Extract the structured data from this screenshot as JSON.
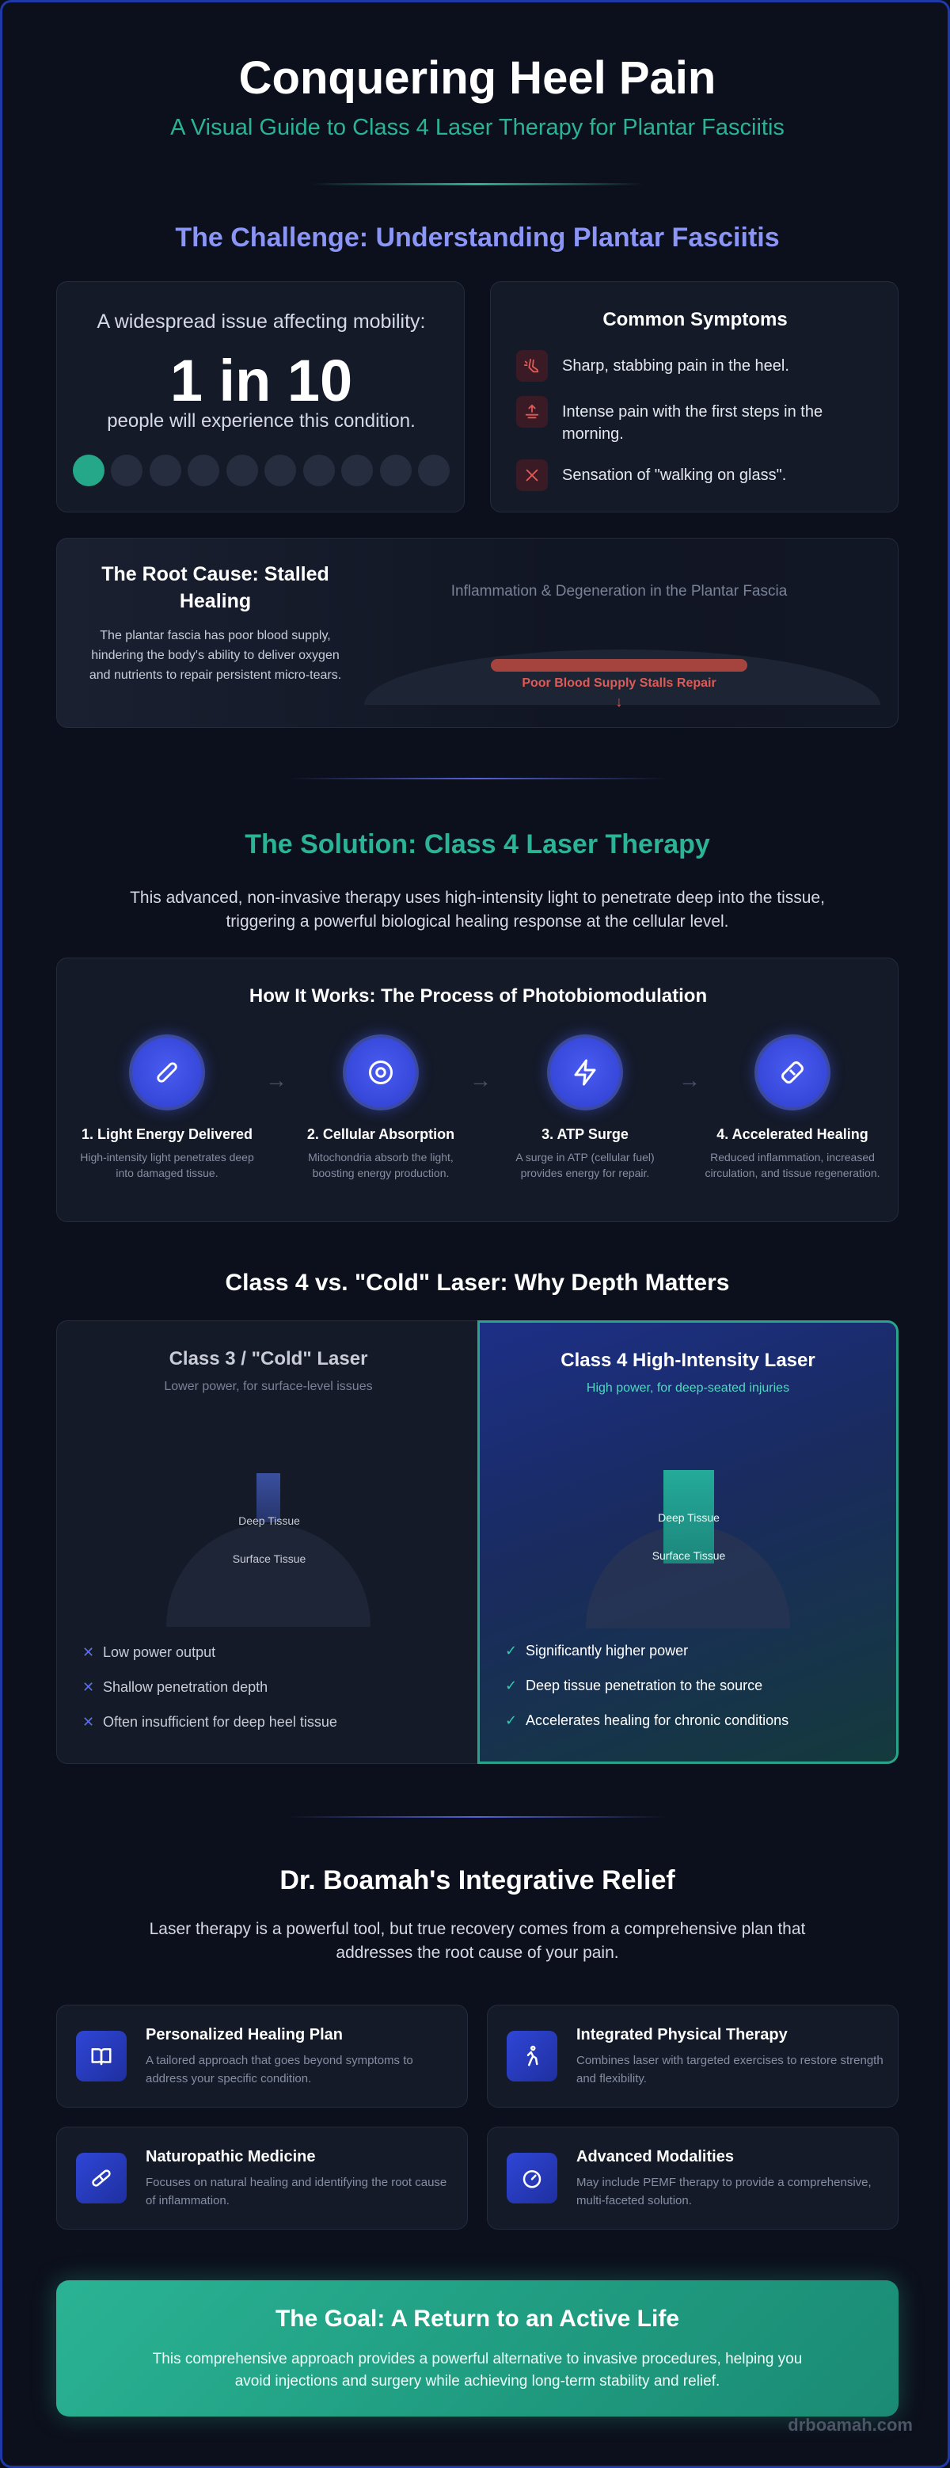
{
  "header": {
    "title": "Conquering Heel Pain",
    "subtitle": "A Visual Guide to Class 4 Laser Therapy for Plantar Fasciitis"
  },
  "challenge": {
    "title": "The Challenge: Understanding Plantar Fasciitis",
    "stat": {
      "lead": "A widespread issue affecting mobility:",
      "value": "1 in 10",
      "foot": "people will experience this condition.",
      "highlighted": 1,
      "total": 10
    },
    "symptoms": {
      "title": "Common Symptoms",
      "items": [
        {
          "icon": "foot-pain-icon",
          "text": "Sharp, stabbing pain in the heel."
        },
        {
          "icon": "morning-rise-icon",
          "text": "Intense pain with the first steps in the morning."
        },
        {
          "icon": "glass-shatter-icon",
          "text": "Sensation of \"walking on glass\"."
        }
      ]
    },
    "root": {
      "title": "The Root Cause: Stalled Healing",
      "text": "The plantar fascia has poor blood supply, hindering the body's ability to deliver oxygen and nutrients to repair persistent micro-tears.",
      "diagram_caption": "Inflammation & Degeneration in the Plantar Fascia",
      "warning": "Poor Blood Supply Stalls Repair",
      "arrow": "↓"
    }
  },
  "solution": {
    "title": "The Solution: Class 4 Laser Therapy",
    "desc": "This advanced, non-invasive therapy uses high-intensity light to penetrate deep into the tissue, triggering a powerful biological healing response at the cellular level.",
    "how_title": "How It Works: The Process of Photobiomodulation",
    "steps": [
      {
        "icon": "laser-pen-icon",
        "title": "1. Light Energy Delivered",
        "desc": "High-intensity light penetrates deep into damaged tissue."
      },
      {
        "icon": "target-icon",
        "title": "2. Cellular Absorption",
        "desc": "Mitochondria absorb the light, boosting energy production."
      },
      {
        "icon": "lightning-icon",
        "title": "3. ATP Surge",
        "desc": "A surge in ATP (cellular fuel) provides energy for repair."
      },
      {
        "icon": "bandage-icon",
        "title": "4. Accelerated Healing",
        "desc": "Reduced inflammation, increased circulation, and tissue regeneration."
      }
    ],
    "arrow": "→"
  },
  "comparison": {
    "title": "Class 4 vs. \"Cold\" Laser: Why Depth Matters",
    "left": {
      "title": "Class 3 / \"Cold\" Laser",
      "sub": "Lower power, for surface-level issues",
      "deep_label": "Deep Tissue",
      "surface_label": "Surface Tissue",
      "mark": "✕",
      "items": [
        "Low power output",
        "Shallow penetration depth",
        "Often insufficient for deep heel tissue"
      ]
    },
    "right": {
      "title": "Class 4 High-Intensity Laser",
      "sub": "High power, for deep-seated injuries",
      "deep_label": "Deep Tissue",
      "surface_label": "Surface Tissue",
      "mark": "✓",
      "items": [
        "Significantly higher power",
        "Deep tissue penetration to the source",
        "Accelerates healing for chronic conditions"
      ]
    }
  },
  "integrative": {
    "title": "Dr. Boamah's Integrative Relief",
    "desc": "Laser therapy is a powerful tool, but true recovery comes from a comprehensive plan that addresses the root cause of your pain.",
    "features": [
      {
        "icon": "book-icon",
        "title": "Personalized Healing Plan",
        "desc": "A tailored approach that goes beyond symptoms to address your specific condition."
      },
      {
        "icon": "walking-person-icon",
        "title": "Integrated Physical Therapy",
        "desc": "Combines laser with targeted exercises to restore strength and flexibility."
      },
      {
        "icon": "capsule-icon",
        "title": "Naturopathic Medicine",
        "desc": "Focuses on natural healing and identifying the root cause of inflammation."
      },
      {
        "icon": "gauge-icon",
        "title": "Advanced Modalities",
        "desc": "May include PEMF therapy to provide a comprehensive, multi-faceted solution."
      }
    ]
  },
  "goal": {
    "title": "The Goal: A Return to an Active Life",
    "text": "This comprehensive approach provides a powerful alternative to invasive procedures, helping you avoid injections and surgery while achieving long-term stability and relief."
  },
  "footer": {
    "domain": "drboamah.com"
  },
  "colors": {
    "teal": "#2bb396",
    "periwinkle": "#8b95f5",
    "red": "#e05a55",
    "blue": "#3a4ff0",
    "background": "#0c101c"
  }
}
